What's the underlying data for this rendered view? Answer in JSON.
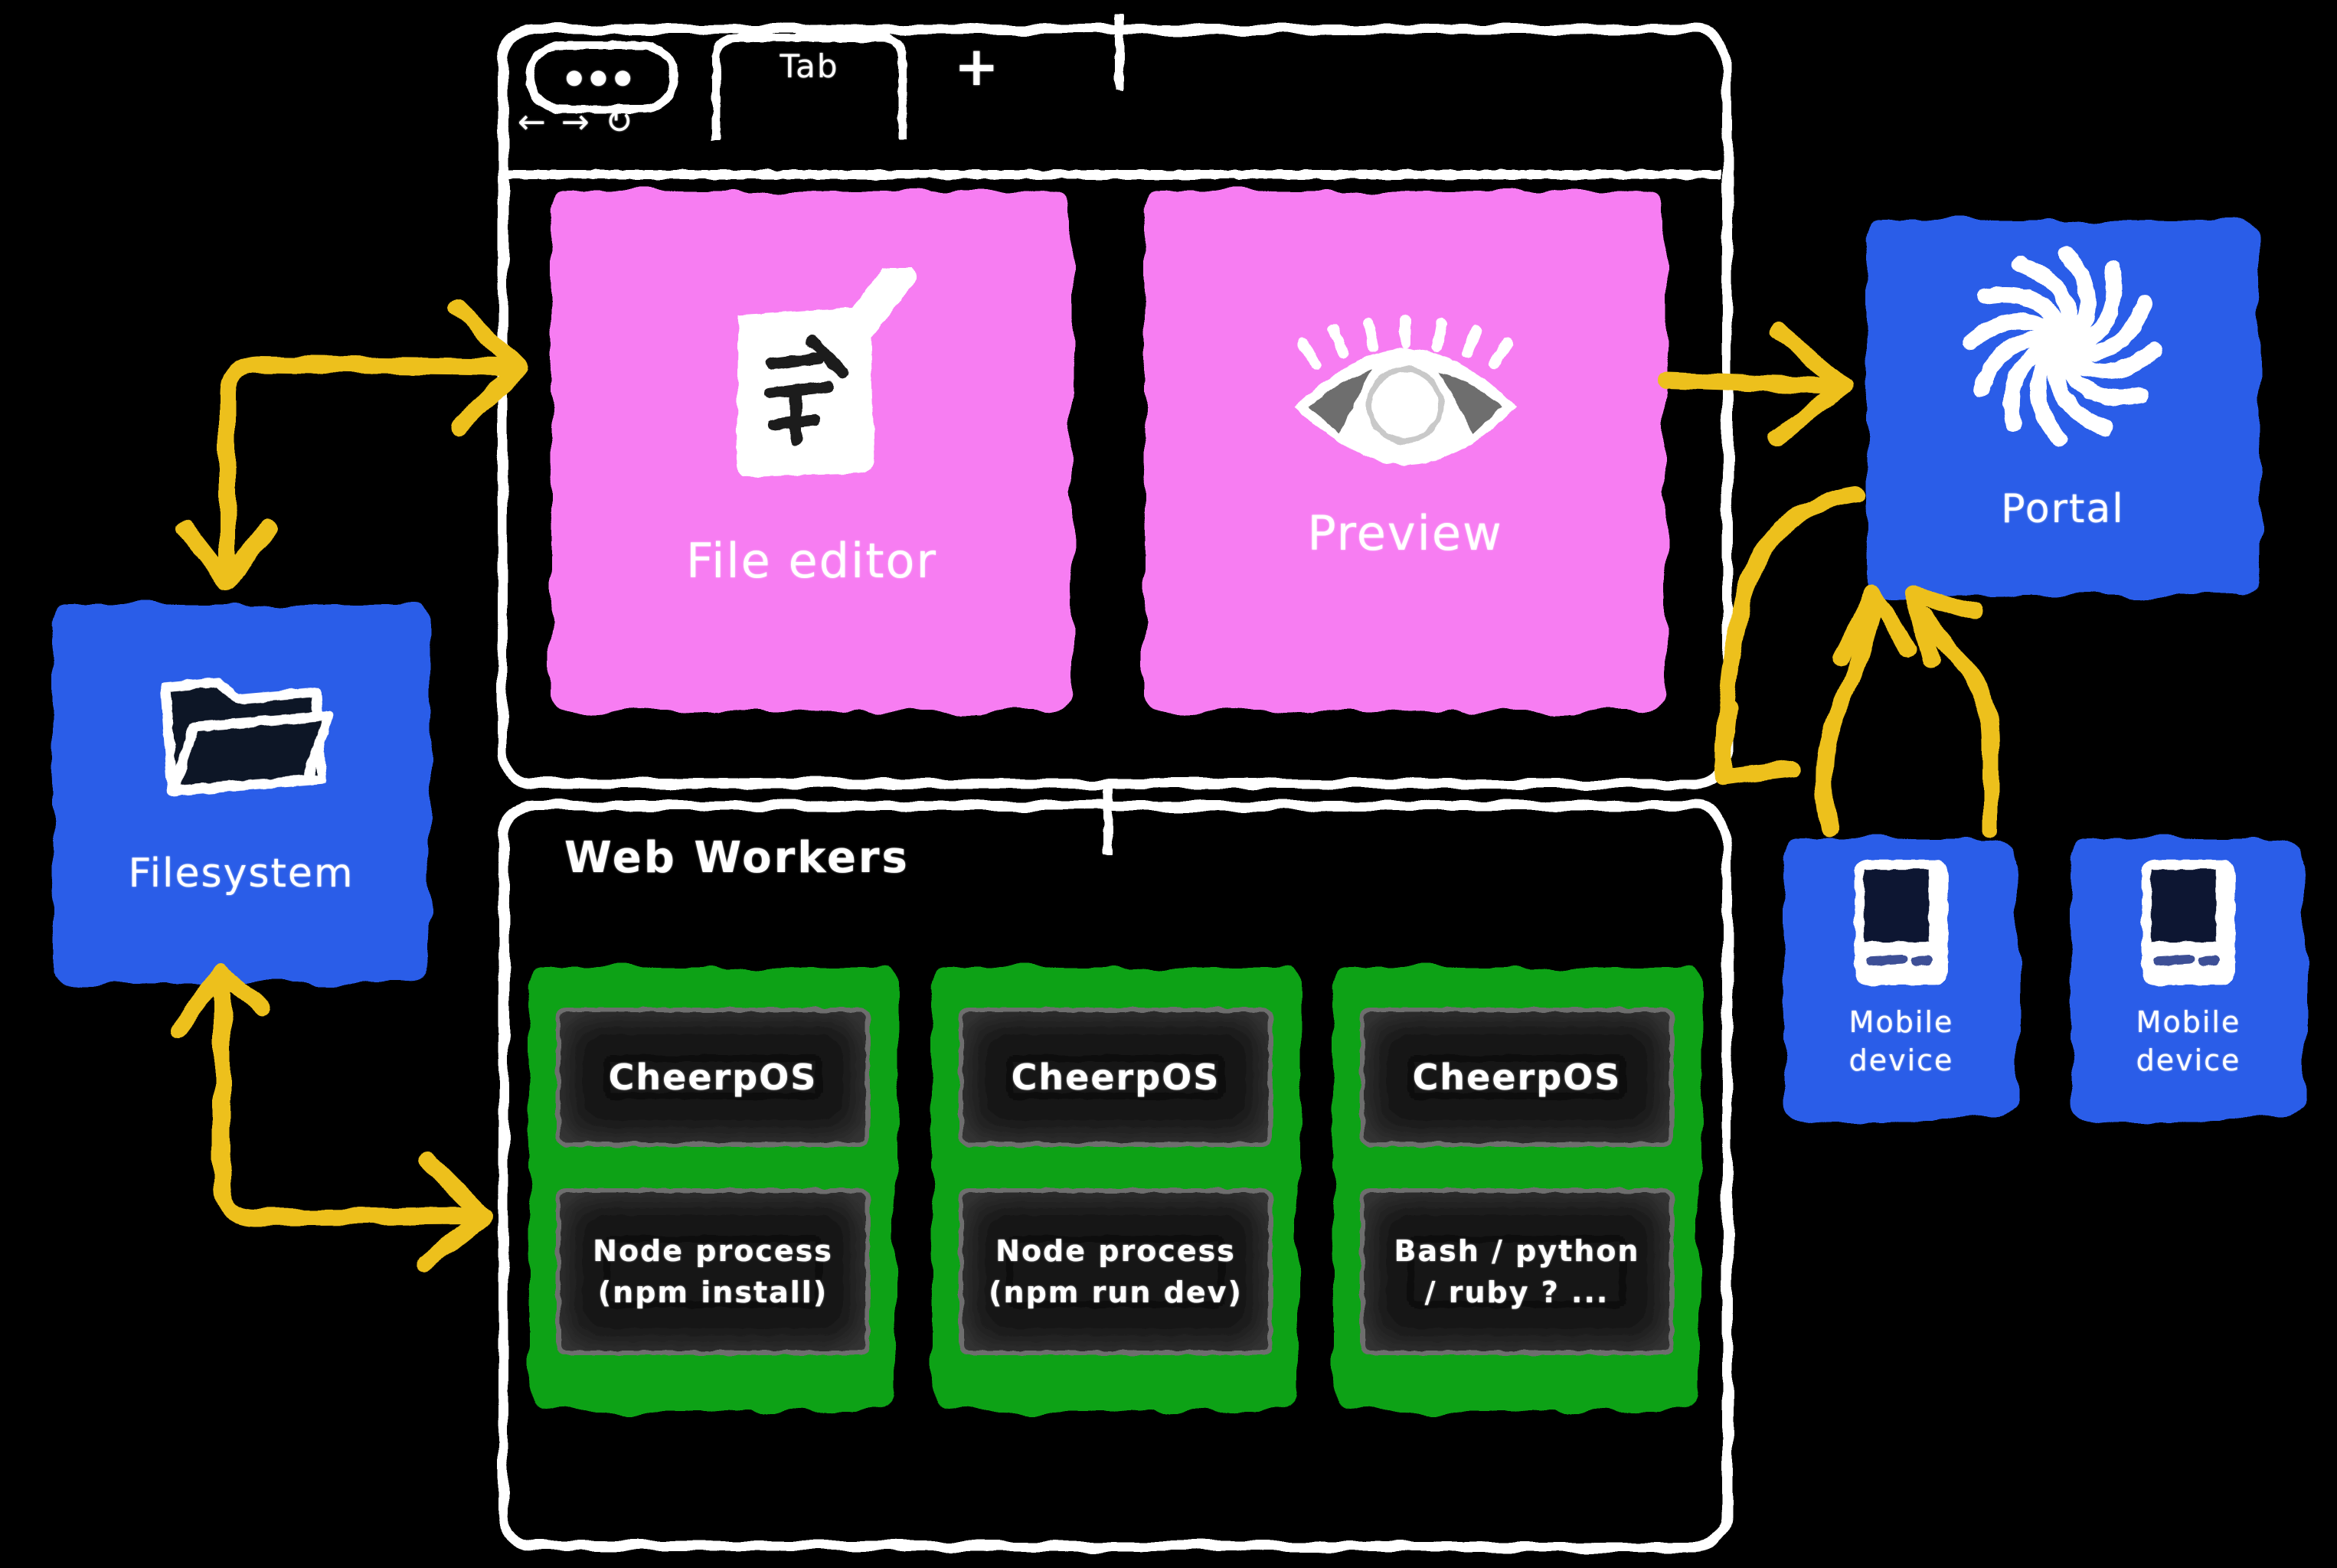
{
  "colors": {
    "background": "#000000",
    "stroke_white": "#ffffff",
    "box_blue": "#2a5de8",
    "box_pink": "#f77df2",
    "box_green": "#0ba213",
    "arrow_yellow": "#edc01c",
    "inner_box": "#121212"
  },
  "browser_window": {
    "traffic_dots": "●●●",
    "tab_label": "Tab",
    "new_tab_label": "+",
    "back_glyph": "←",
    "forward_glyph": "→",
    "reload_glyph": "↻",
    "file_editor_label": "File editor",
    "preview_label": "Preview"
  },
  "filesystem_label": "Filesystem",
  "portal_label": "Portal",
  "mobile_device_1": {
    "line1": "Mobile",
    "line2": "device"
  },
  "mobile_device_2": {
    "line1": "Mobile",
    "line2": "device"
  },
  "web_workers": {
    "title": "Web Workers",
    "workers": [
      {
        "os": "CheerpOS",
        "process_line1": "Node process",
        "process_line2": "(npm install)"
      },
      {
        "os": "CheerpOS",
        "process_line1": "Node process",
        "process_line2": "(npm run dev)"
      },
      {
        "os": "CheerpOS",
        "process_line1": "Bash / python",
        "process_line2": "/ ruby ? ..."
      }
    ]
  },
  "connections": [
    {
      "from": "filesystem",
      "to": "browser-window",
      "direction": "bidirectional"
    },
    {
      "from": "preview",
      "to": "portal",
      "direction": "one-way"
    },
    {
      "from": "portal",
      "to": "web-workers",
      "direction": "one-way"
    },
    {
      "from": "mobile-device-1",
      "to": "portal",
      "direction": "one-way"
    },
    {
      "from": "mobile-device-2",
      "to": "portal",
      "direction": "one-way"
    },
    {
      "from": "filesystem",
      "to": "web-workers",
      "direction": "bidirectional"
    }
  ]
}
